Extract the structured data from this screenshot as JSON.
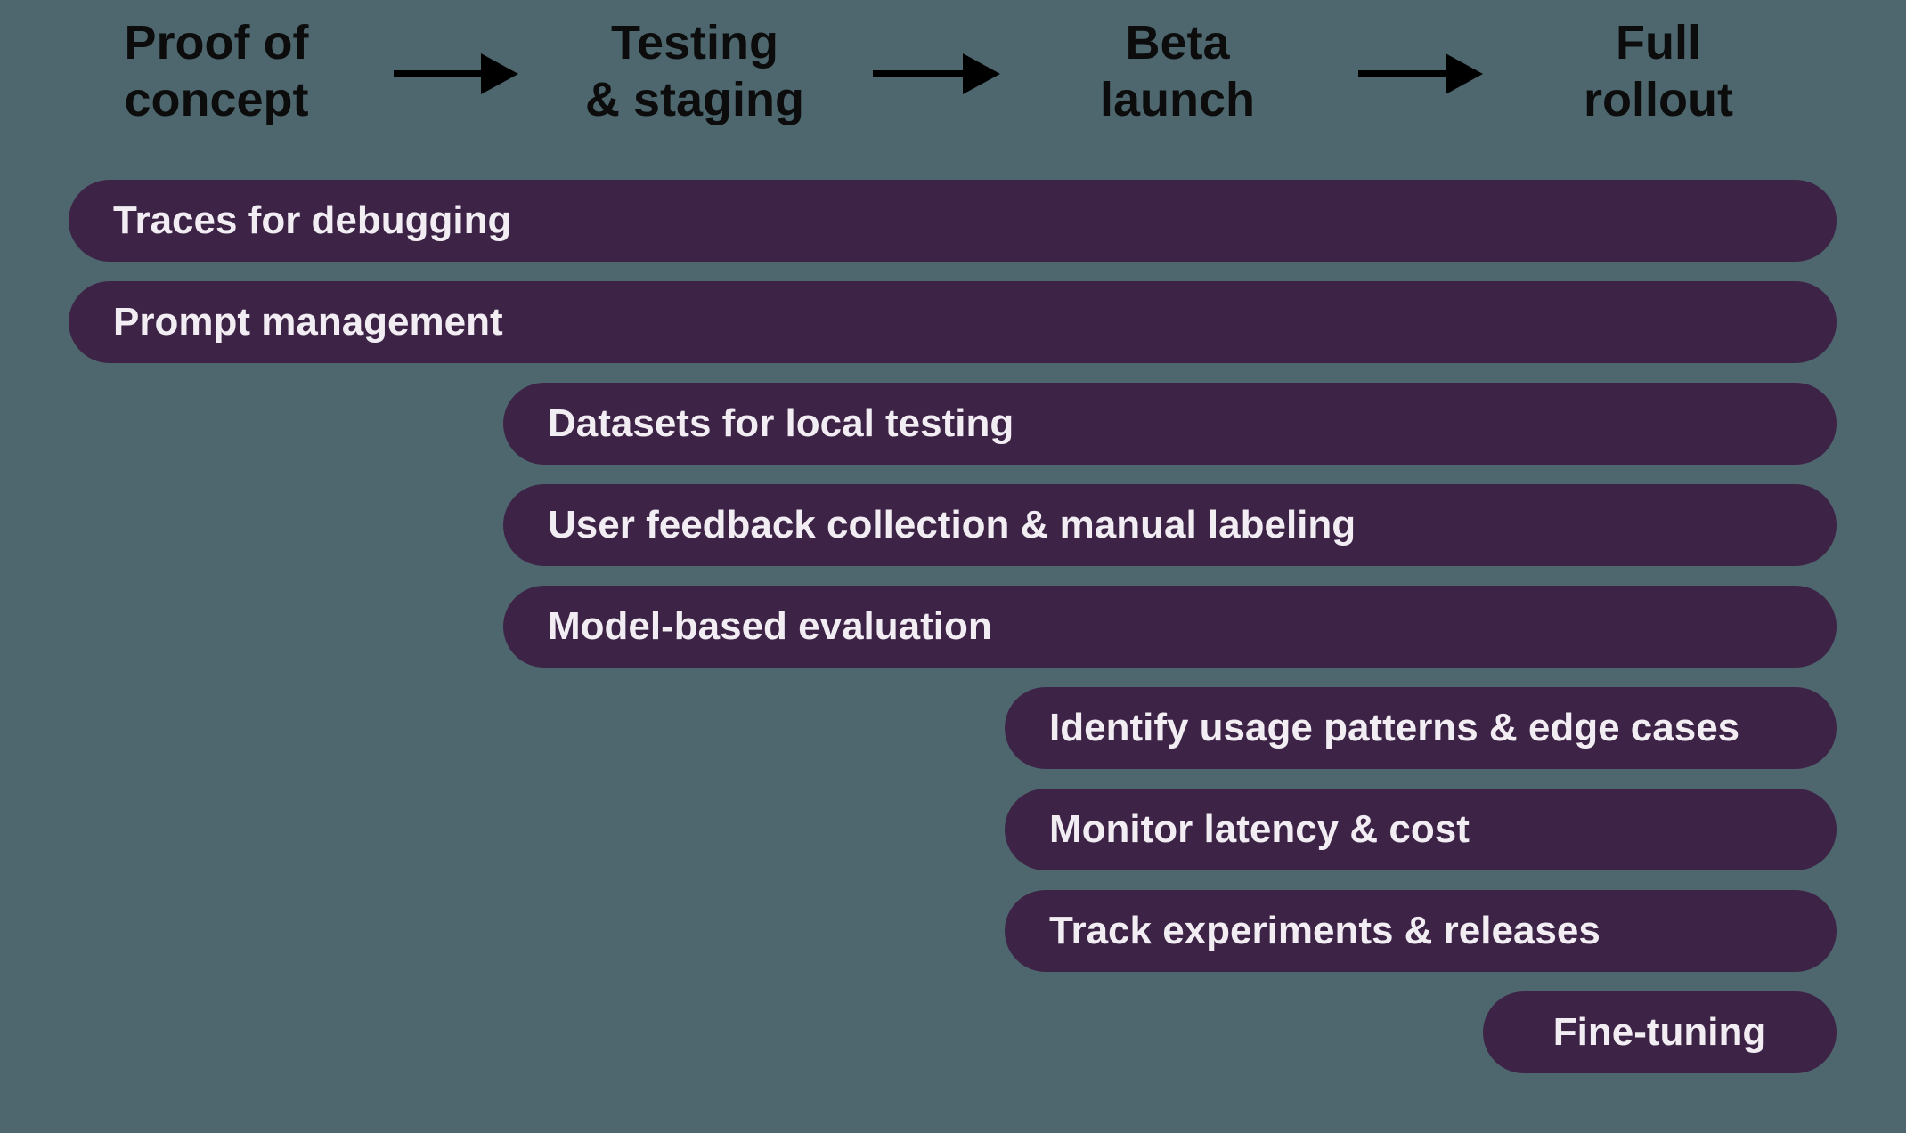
{
  "colors": {
    "background": "#4e676e",
    "bar_fill": "#3d2346",
    "bar_text": "#f1edf3",
    "header_text": "#0c0c0c",
    "arrow": "#000000"
  },
  "phases": [
    {
      "line1": "Proof of",
      "line2": "concept"
    },
    {
      "line1": "Testing",
      "line2": "& staging"
    },
    {
      "line1": "Beta",
      "line2": "launch"
    },
    {
      "line1": "Full",
      "line2": "rollout"
    }
  ],
  "bars": [
    {
      "label": "Traces for debugging",
      "starts_at_phase": "Proof of concept"
    },
    {
      "label": "Prompt management",
      "starts_at_phase": "Proof of concept"
    },
    {
      "label": "Datasets for local testing",
      "starts_at_phase": "Testing & staging"
    },
    {
      "label": "User feedback collection & manual labeling",
      "starts_at_phase": "Testing & staging"
    },
    {
      "label": "Model-based evaluation",
      "starts_at_phase": "Testing & staging"
    },
    {
      "label": "Identify usage patterns & edge cases",
      "starts_at_phase": "Beta launch"
    },
    {
      "label": "Monitor latency & cost",
      "starts_at_phase": "Beta launch"
    },
    {
      "label": "Track experiments & releases",
      "starts_at_phase": "Beta launch"
    },
    {
      "label": "Fine-tuning",
      "starts_at_phase": "Full rollout"
    }
  ]
}
